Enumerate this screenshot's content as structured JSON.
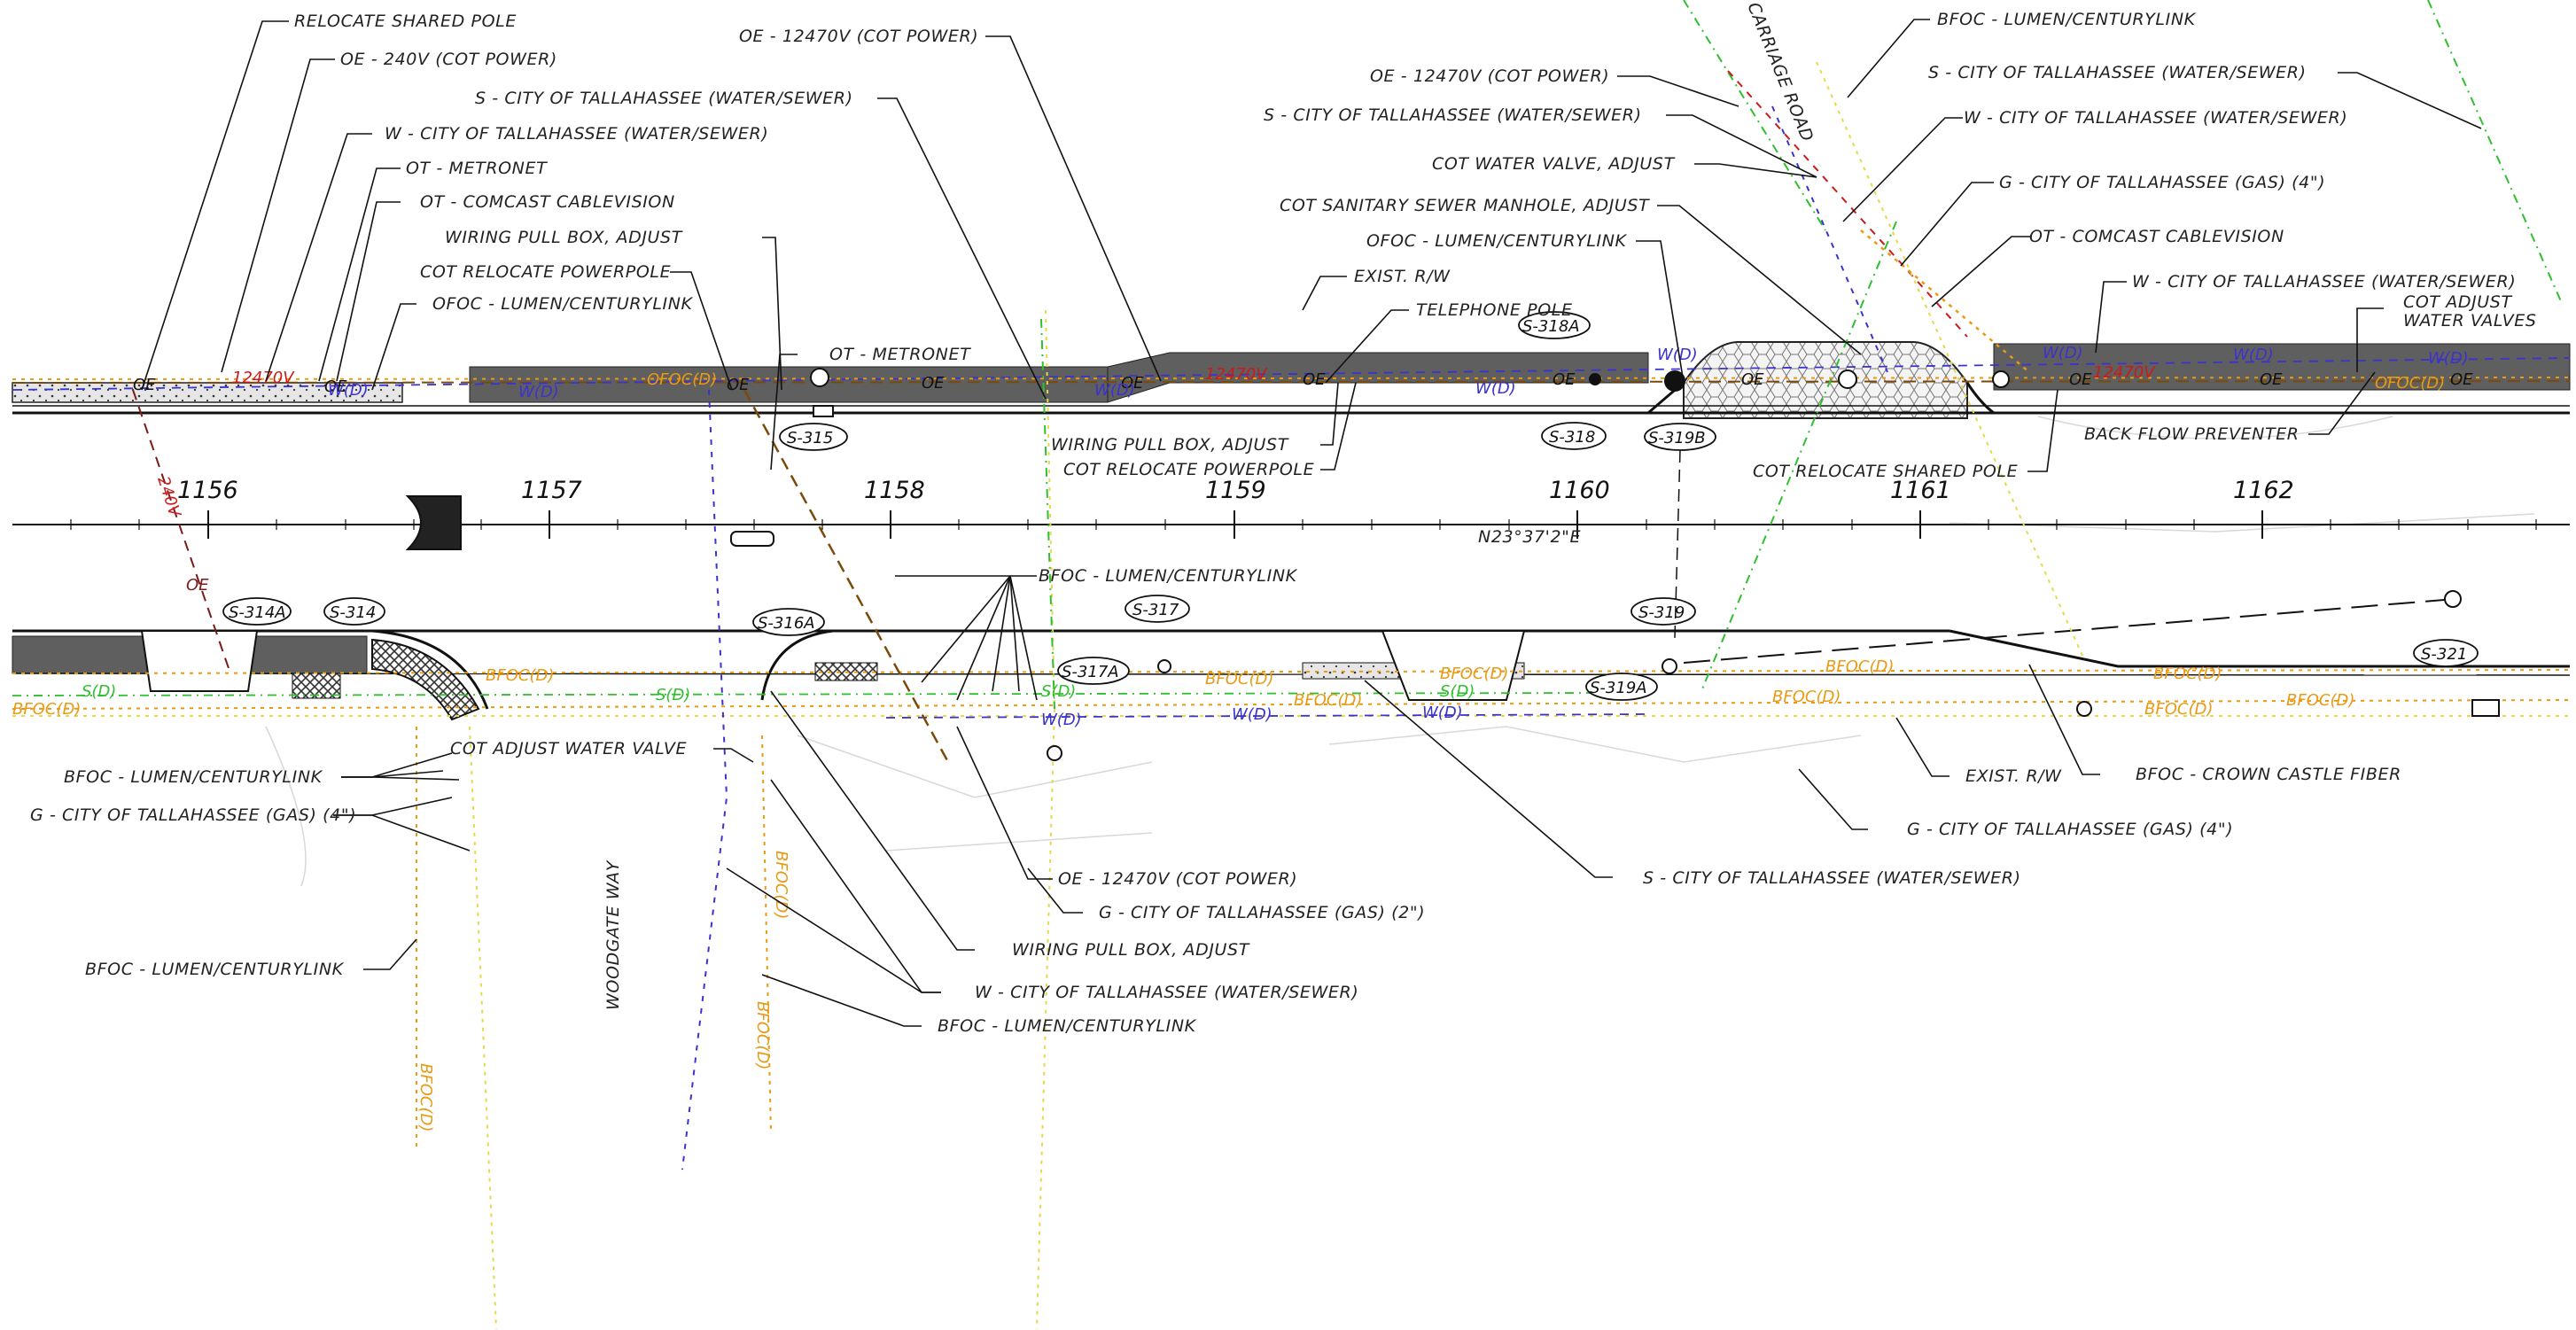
{
  "colors": {
    "background": "#ffffff",
    "ink": "#111111",
    "pavement": "#5f5f5f",
    "power": "#cc1a1a",
    "overhead": "#7a4a0a",
    "fiber": "#e89a14",
    "fiber_light": "#e8d84a",
    "water": "#3b33cc",
    "sewer": "#2fbf2f"
  },
  "stations": [
    "1156",
    "1157",
    "1158",
    "1159",
    "1160",
    "1161",
    "1162"
  ],
  "bearing": "N23°37'2\"E",
  "street_labels": {
    "woodgate": "WOODGATE WAY",
    "carriage": "CARRIAGE ROAD"
  },
  "structures": [
    "S-314A",
    "S-314",
    "S-315",
    "S-316A",
    "S-317",
    "S-317A",
    "S-318A",
    "S-318",
    "S-319B",
    "S-319",
    "S-319A",
    "S-321"
  ],
  "utility_tags": {
    "oe": "OE",
    "v12470": "12470V",
    "v240": "240V",
    "water": "W(D)",
    "sewer": "S(D)",
    "bfoc": "BFOC(D)",
    "ofoc": "OFOC(D)"
  },
  "callouts": {
    "relocate_shared_pole": "RELOCATE SHARED POLE",
    "oe_240v": "OE - 240V (COT POWER)",
    "w_tallahassee": "W - CITY OF TALLAHASSEE (WATER/SEWER)",
    "ot_metronet": "OT - METRONET",
    "ot_comcast": "OT - COMCAST CABLEVISION",
    "cot_relocate_powerpole": "COT RELOCATE POWERPOLE",
    "ofoc_lumen": "OFOC - LUMEN/CENTURYLINK",
    "oe_12470v": "OE - 12470V (COT POWER)",
    "s_tallahassee": "S - CITY OF TALLAHASSEE (WATER/SEWER)",
    "wiring_pull_box": "WIRING PULL BOX, ADJUST",
    "exist_rw": "EXIST. R/W",
    "telephone_pole": "TELEPHONE POLE",
    "bfoc_lumen": "BFOC - LUMEN/CENTURYLINK",
    "cot_water_valve": "COT WATER VALVE, ADJUST",
    "cot_sanitary_sewer": "COT SANITARY SEWER MANHOLE, ADJUST",
    "g_tallahassee_gas4": "G - CITY OF TALLAHASSEE (GAS) (4\")",
    "g_tallahassee_gas2": "G - CITY OF TALLAHASSEE (GAS) (2\")",
    "cot_adjust_water_valves": "COT ADJUST WATER VALVES",
    "back_flow_preventer": "BACK FLOW PREVENTER",
    "cot_relocate_shared_pole": "COT RELOCATE SHARED POLE",
    "cot_adjust_water_valve": "COT ADJUST WATER VALVE",
    "bfoc_crown_castle": "BFOC - CROWN CASTLE FIBER"
  }
}
